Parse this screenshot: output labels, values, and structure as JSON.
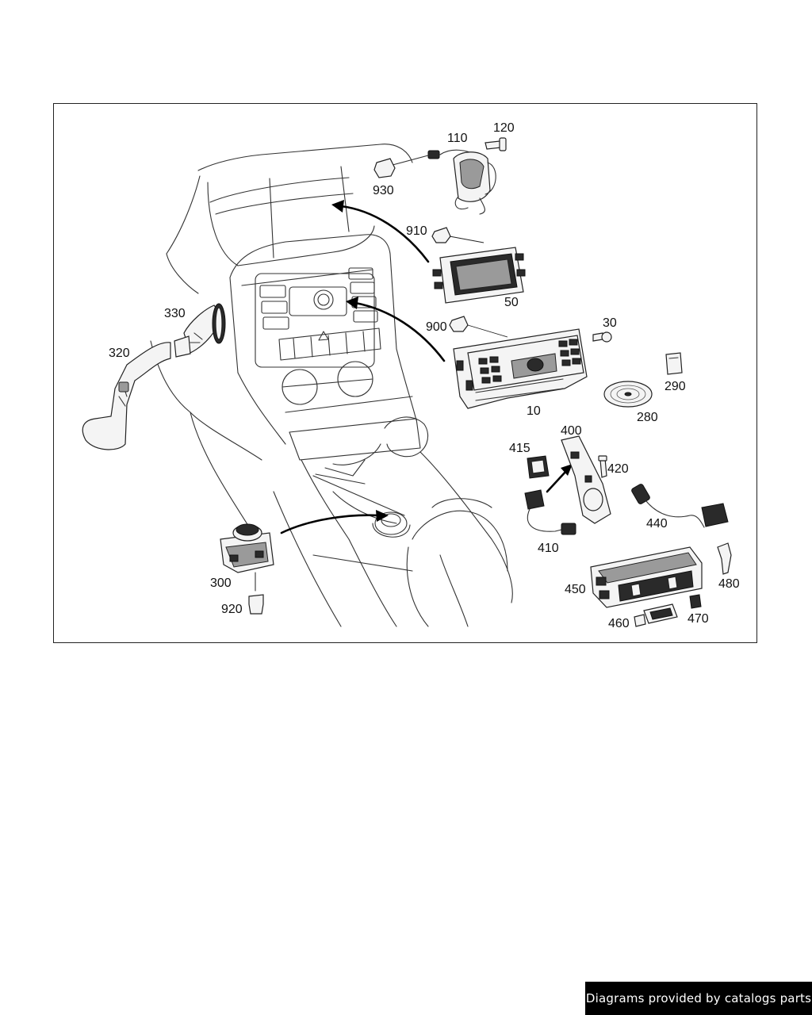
{
  "labels": {
    "p110": "110",
    "p120": "120",
    "p930": "930",
    "p910": "910",
    "p50": "50",
    "p330": "330",
    "p320": "320",
    "p900": "900",
    "p30": "30",
    "p290": "290",
    "p10": "10",
    "p280": "280",
    "p400": "400",
    "p415": "415",
    "p420": "420",
    "p410": "410",
    "p440": "440",
    "p300": "300",
    "p920": "920",
    "p450": "450",
    "p480": "480",
    "p470": "470",
    "p460": "460"
  },
  "footer": {
    "credit": "Diagrams provided by catalogs parts"
  }
}
